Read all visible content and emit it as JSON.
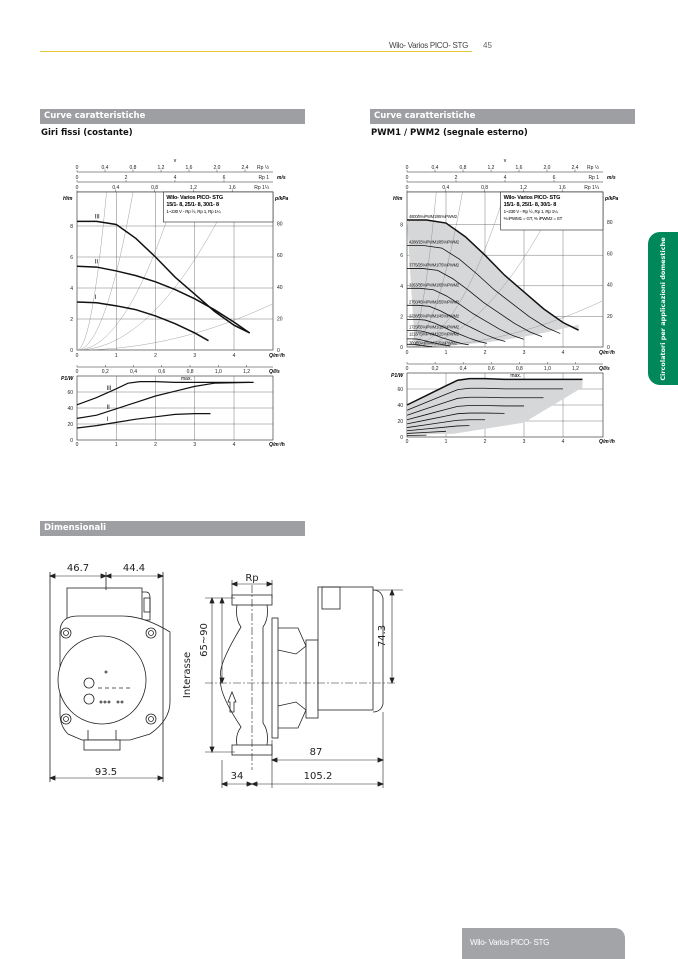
{
  "header": {
    "title": "Wilo- Varios PICO- STG",
    "page": "45"
  },
  "side_tab": "Circolatori per applicazioni domestiche",
  "footer": {
    "label": "Wilo- Varios PICO- STG"
  },
  "sections": {
    "curves_left": {
      "bar": "Curve caratteristiche",
      "subtitle": "Giri fissi (costante)"
    },
    "curves_right": {
      "bar": "Curve caratteristiche",
      "subtitle": "PWM1 / PWM2 (segnale esterno)"
    },
    "dimensions": {
      "bar": "Dimensionali"
    }
  },
  "chart_data": [
    {
      "type": "line",
      "title": "Giri fissi (costante)",
      "legend": [
        "Wilo- Varios PICO- STG",
        "15/1- 8, 25/1- 8, 30/1- 8",
        "1~230 V - Rp ½, Rp 1, Rp 1¼"
      ],
      "xlabel": "Q/m³/h",
      "ylabel": "H/m",
      "y2label": "p/kPa",
      "xlabel_ls": "Q/l/s",
      "power_ylabel": "P1/W",
      "max_label": "max.",
      "velocity": {
        "label": "v",
        "unit": "m/s",
        "rows": [
          {
            "name": "Rp ½",
            "ticks": [
              "0",
              "0,4",
              "0,8",
              "1,2",
              "1,6",
              "2,0",
              "2,4"
            ],
            "values": [
              0,
              0.4,
              0.8,
              1.2,
              1.6,
              2.0,
              2.4
            ]
          },
          {
            "name": "Rp 1",
            "ticks": [
              "0",
              "2",
              "4",
              "6"
            ],
            "values": [
              0,
              2,
              4,
              6
            ]
          },
          {
            "name": "Rp 1¼",
            "ticks": [
              "0",
              "0,4",
              "0,8",
              "1,2",
              "1,6"
            ],
            "values": [
              0,
              0.4,
              0.8,
              1.2,
              1.6
            ]
          }
        ]
      },
      "x_ticks": [
        "0",
        "1",
        "2",
        "3",
        "4"
      ],
      "ls_ticks": [
        "0",
        "0,2",
        "0,4",
        "0,6",
        "0,8",
        "1,0",
        "1,2"
      ],
      "y_ticks": [
        "0",
        "2",
        "4",
        "6",
        "8"
      ],
      "y2_ticks": [
        "0",
        "20",
        "40",
        "60",
        "80"
      ],
      "power_ticks": [
        "0",
        "20",
        "40",
        "60"
      ],
      "xlim": [
        0,
        4.9
      ],
      "ylim": [
        0,
        10.2
      ],
      "power_ylim": [
        0,
        80
      ],
      "system_curves_k": [
        18,
        5.0,
        1.6,
        0.65,
        0.12
      ],
      "series": [
        {
          "name": "III",
          "x": [
            0,
            0.5,
            1,
            1.5,
            2,
            2.5,
            3,
            3.5,
            4,
            4.4
          ],
          "y": [
            8.3,
            8.3,
            8.1,
            7.2,
            6.0,
            4.7,
            3.6,
            2.5,
            1.6,
            1.1
          ]
        },
        {
          "name": "II",
          "x": [
            0,
            0.5,
            1,
            1.5,
            2,
            2.5,
            3,
            3.5,
            4,
            4.4
          ],
          "y": [
            5.4,
            5.35,
            5.1,
            4.8,
            4.4,
            3.9,
            3.3,
            2.6,
            1.8,
            1.1
          ]
        },
        {
          "name": "I",
          "x": [
            0,
            0.5,
            1,
            1.5,
            2,
            2.5,
            3,
            3.35
          ],
          "y": [
            3.1,
            3.05,
            2.85,
            2.6,
            2.2,
            1.7,
            1.1,
            0.6
          ]
        }
      ],
      "power_series": [
        {
          "name": "III",
          "x": [
            0,
            0.5,
            1,
            1.3,
            1.6,
            2,
            2.5,
            3,
            3.5,
            4,
            4.5
          ],
          "y": [
            44,
            53,
            64,
            71,
            73,
            73,
            72,
            72,
            72,
            72,
            72
          ]
        },
        {
          "name": "II",
          "x": [
            0,
            0.5,
            1,
            1.5,
            2,
            2.5,
            3,
            3.5,
            4.4
          ],
          "y": [
            27,
            31,
            39,
            47,
            55,
            61,
            67,
            71,
            72
          ]
        },
        {
          "name": "I",
          "x": [
            0,
            0.5,
            1,
            1.5,
            2,
            2.5,
            3,
            3.4
          ],
          "y": [
            15,
            18,
            22,
            26,
            29,
            32,
            33,
            33
          ]
        }
      ]
    },
    {
      "type": "line",
      "title": "PWM1 / PWM2 (segnale esterno)",
      "legend": [
        "Wilo- Varios PICO- STG",
        "15/1- 8, 25/1- 8, 30/1- 8",
        "1~230 V - Rp ½, Rp 1, Rp 1¼",
        "% iPWM1 = GT, % iPWM2 = ST"
      ],
      "xlabel": "Q/m³/h",
      "ylabel": "H/m",
      "y2label": "p/kPa",
      "xlabel_ls": "Q/l/s",
      "power_ylabel": "P1/W",
      "max_label": "max.",
      "velocity": {
        "label": "v",
        "unit": "m/s",
        "rows": [
          {
            "name": "Rp ½",
            "ticks": [
              "0",
              "0,4",
              "0,8",
              "1,2",
              "1,6",
              "2,0",
              "2,4"
            ],
            "values": [
              0,
              0.4,
              0.8,
              1.2,
              1.6,
              2.0,
              2.4
            ]
          },
          {
            "name": "Rp 1",
            "ticks": [
              "0",
              "2",
              "4",
              "6"
            ],
            "values": [
              0,
              2,
              4,
              6
            ]
          },
          {
            "name": "Rp 1¼",
            "ticks": [
              "0",
              "0,4",
              "0,8",
              "1,2",
              "1,6"
            ],
            "values": [
              0,
              0.4,
              0.8,
              1.2,
              1.6
            ]
          }
        ]
      },
      "x_ticks": [
        "0",
        "1",
        "2",
        "3",
        "4"
      ],
      "ls_ticks": [
        "0",
        "0,2",
        "0,4",
        "0,6",
        "0,8",
        "1,0",
        "1,2"
      ],
      "y_ticks": [
        "0",
        "2",
        "4",
        "6",
        "8"
      ],
      "y2_ticks": [
        "0",
        "20",
        "40",
        "60",
        "80"
      ],
      "power_ticks": [
        "0",
        "20",
        "40",
        "60"
      ],
      "xlim": [
        0,
        4.9
      ],
      "ylim": [
        0,
        10.2
      ],
      "power_ylim": [
        0,
        80
      ],
      "system_curves_k": [
        18,
        5.0,
        1.6,
        0.65,
        0.12
      ],
      "base_curve": {
        "x": [
          0,
          0.5,
          1,
          1.5,
          2,
          2.5,
          3,
          3.5,
          4,
          4.4
        ],
        "y": [
          8.3,
          8.3,
          8.1,
          7.2,
          6.0,
          4.7,
          3.6,
          2.5,
          1.6,
          1.1
        ]
      },
      "base_power": {
        "x": [
          0,
          0.5,
          1,
          1.3,
          1.6,
          2,
          2.5,
          3,
          3.5,
          4,
          4.5
        ],
        "y": [
          40,
          52,
          64,
          71,
          73,
          73,
          72,
          72,
          72,
          72,
          72
        ]
      },
      "series": [
        {
          "name": "4800/5%iPWM1/95%iPWM2",
          "rpm": 4800
        },
        {
          "name": "4288/15%iPWM1/85%iPWM2",
          "rpm": 4288
        },
        {
          "name": "3775/25%iPWM1/75%iPWM2",
          "rpm": 3775
        },
        {
          "name": "3263/35%iPWM1/65%iPWM2",
          "rpm": 3263
        },
        {
          "name": "2750/45%iPWM1/55%iPWM2",
          "rpm": 2750
        },
        {
          "name": "2238/55%iPWM1/45%iPWM2",
          "rpm": 2238
        },
        {
          "name": "1725/65%iPWM1/35%iPWM2",
          "rpm": 1725
        },
        {
          "name": "1213/75%iPWM1/25%iPWM2",
          "rpm": 1213
        },
        {
          "name": "700/85%iPWM1/15%iPWM2",
          "rpm": 700
        }
      ]
    }
  ],
  "dimensions": {
    "top_left": "46.7",
    "top_right": "44.4",
    "bottom_width": "93.5",
    "rp": "Rp",
    "center_range": "65~90",
    "interasse": "Interasse",
    "height": "74.3",
    "depth_motor": "87",
    "depth_left": "34",
    "depth_right": "105.2"
  }
}
